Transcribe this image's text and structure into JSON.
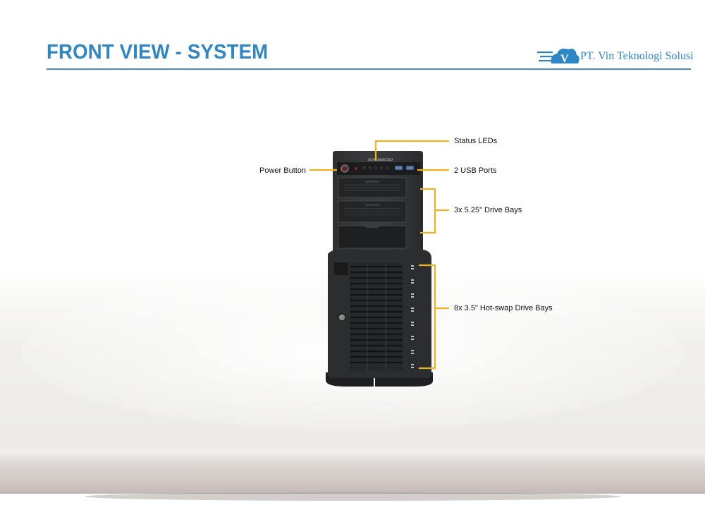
{
  "slide": {
    "title": "FRONT VIEW - SYSTEM",
    "title_color": "#2f86c5",
    "rule_color": "#4c8fc4"
  },
  "logo": {
    "company": "PT. Vin Teknologi Solusi",
    "mark_letter": "V",
    "icon": "cloud-v-logo-icon"
  },
  "server": {
    "brand": "SUPERMICRO",
    "callout_color": "#f2b21f"
  },
  "callouts": {
    "status_leds": "Status LEDs",
    "power_button": "Power Button",
    "usb_ports": "2 USB Ports",
    "drive_bays_525": "3x 5.25\" Drive Bays",
    "hot_swap_bays": "8x 3.5\" Hot-swap Drive Bays"
  }
}
